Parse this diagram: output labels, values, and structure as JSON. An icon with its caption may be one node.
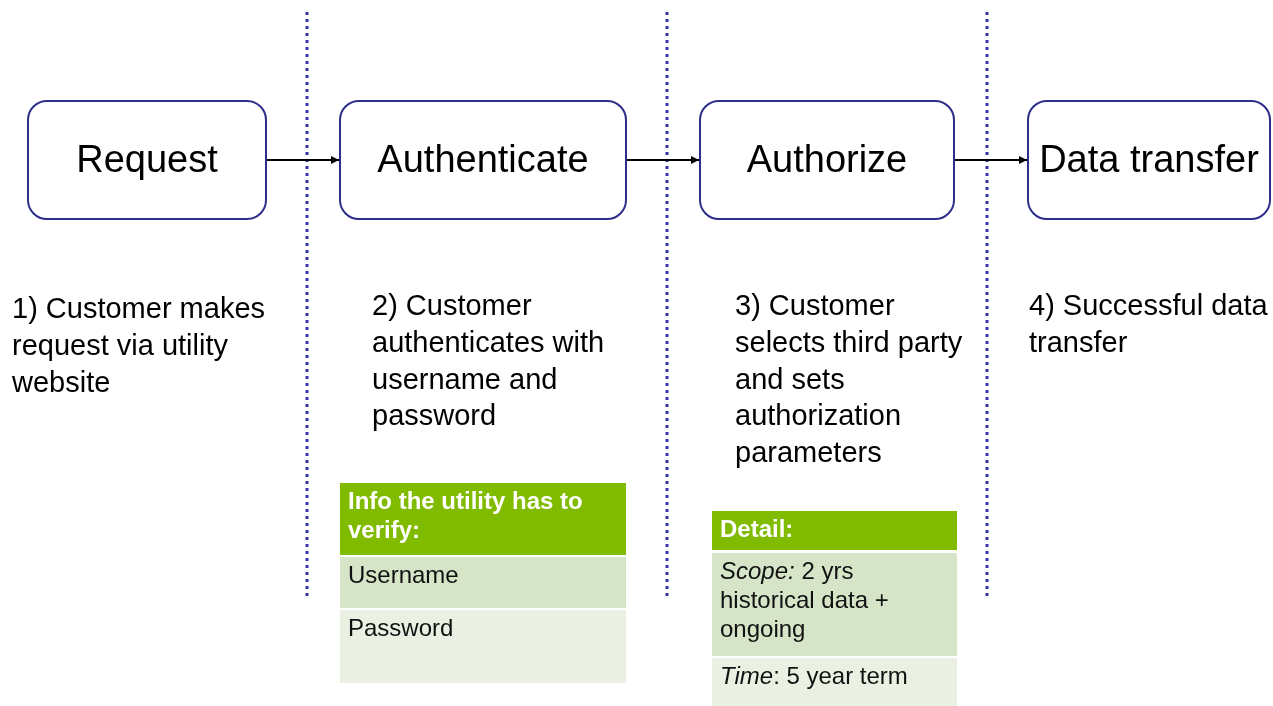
{
  "diagram": {
    "nodes": [
      {
        "text": [
          "Request"
        ],
        "beside": [
          "1) Customer makes request via utility website"
        ]
      },
      {
        "text": [
          "Authenticate"
        ],
        "beside": [
          "2) Customer authenticates with username and password"
        ]
      },
      {
        "text": [
          "Authorize"
        ],
        "beside": [
          "3) Customer selects third party and sets authorization parameters"
        ]
      },
      {
        "text": [
          "Data transfer"
        ],
        "beside": [
          "4) Successful data transfer"
        ]
      }
    ],
    "edges": [
      {
        "from": 0,
        "to": 1,
        "arrow": "to"
      },
      {
        "from": 1,
        "to": 2,
        "arrow": "to"
      },
      {
        "from": 2,
        "to": 3,
        "arrow": "to"
      }
    ],
    "labels": [
      "Info the utility has to verify:",
      "Username",
      "Password",
      "Detail:",
      "*Scope:* 2 yrs historical data + ongoing",
      "*Time*: 5 year term"
    ]
  }
}
